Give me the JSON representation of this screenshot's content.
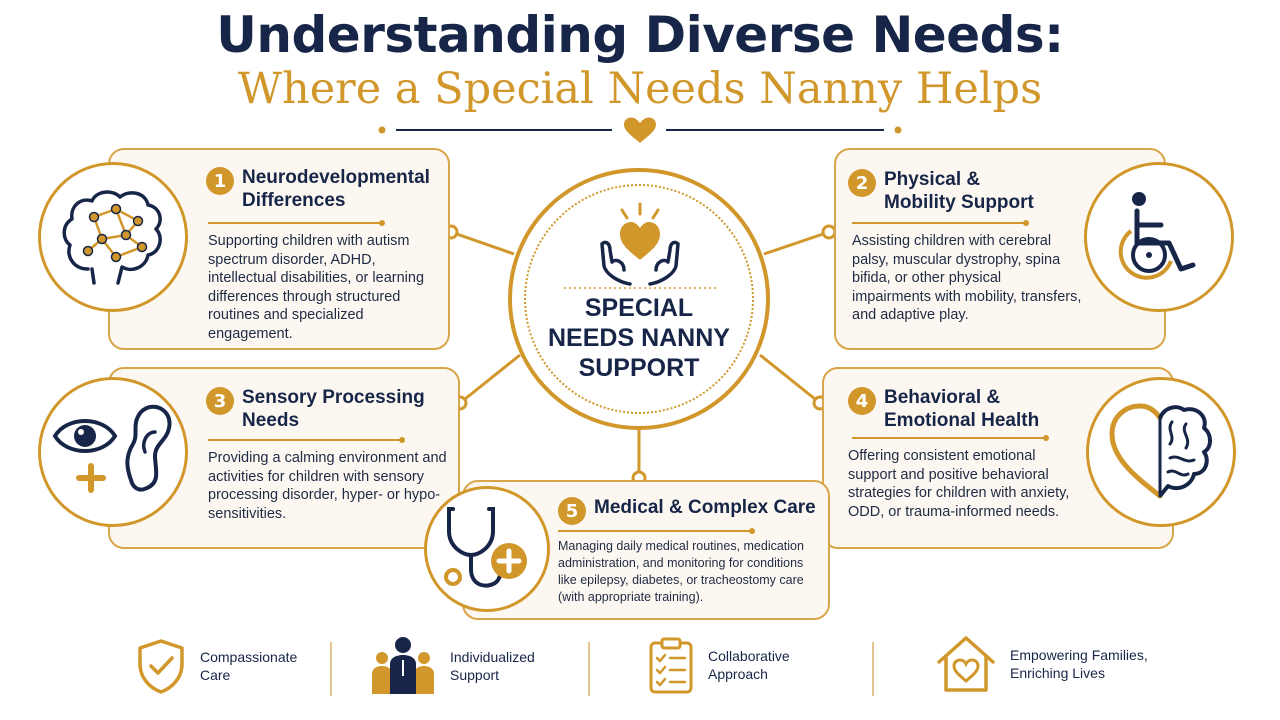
{
  "header": {
    "title": "Understanding Diverse Needs:",
    "subtitle": "Where a Special Needs Nanny Helps"
  },
  "center": {
    "line1": "SPECIAL",
    "line2": "NEEDS NANNY",
    "line3": "SUPPORT"
  },
  "cards": [
    {
      "number": "1",
      "title_line1": "Neurodevelopmental",
      "title_line2": "Differences",
      "description": "Supporting children with autism spectrum disorder, ADHD, intellectual disabilities, or learning differences through structured routines and specialized engagement.",
      "icon": "brain-network-icon"
    },
    {
      "number": "2",
      "title_line1": "Physical &",
      "title_line2": "Mobility Support",
      "description": "Assisting children with cerebral palsy, muscular dystrophy, spina bifida, or other physical impairments with mobility, transfers, and adaptive play.",
      "icon": "wheelchair-icon"
    },
    {
      "number": "3",
      "title_line1": "Sensory Processing",
      "title_line2": "Needs",
      "description": "Providing a calming environment and activities for children with sensory processing disorder, hyper- or hypo-sensitivities.",
      "icon": "eye-ear-icon"
    },
    {
      "number": "4",
      "title_line1": "Behavioral &",
      "title_line2": "Emotional Health",
      "description": "Offering consistent emotional support and positive behavioral strategies for children with anxiety, ODD, or trauma-informed needs.",
      "icon": "heart-brain-icon"
    },
    {
      "number": "5",
      "title_line1": "Medical & Complex Care",
      "title_line2": "",
      "description": "Managing daily medical routines, medication administration, and monitoring for conditions like epilepsy, diabetes, or tracheostomy care (with appropriate training).",
      "icon": "stethoscope-icon"
    }
  ],
  "footer": [
    {
      "label": "Compassionate\nCare",
      "icon": "shield-check-icon"
    },
    {
      "label": "Individualized\nSupport",
      "icon": "people-icon"
    },
    {
      "label": "Collaborative\nApproach",
      "icon": "clipboard-checklist-icon"
    },
    {
      "label": "Empowering Families,\nEnriching Lives",
      "icon": "house-heart-icon"
    }
  ],
  "colors": {
    "navy": "#172648",
    "gold": "#d1972b",
    "card_background": "#fcf8f1"
  }
}
